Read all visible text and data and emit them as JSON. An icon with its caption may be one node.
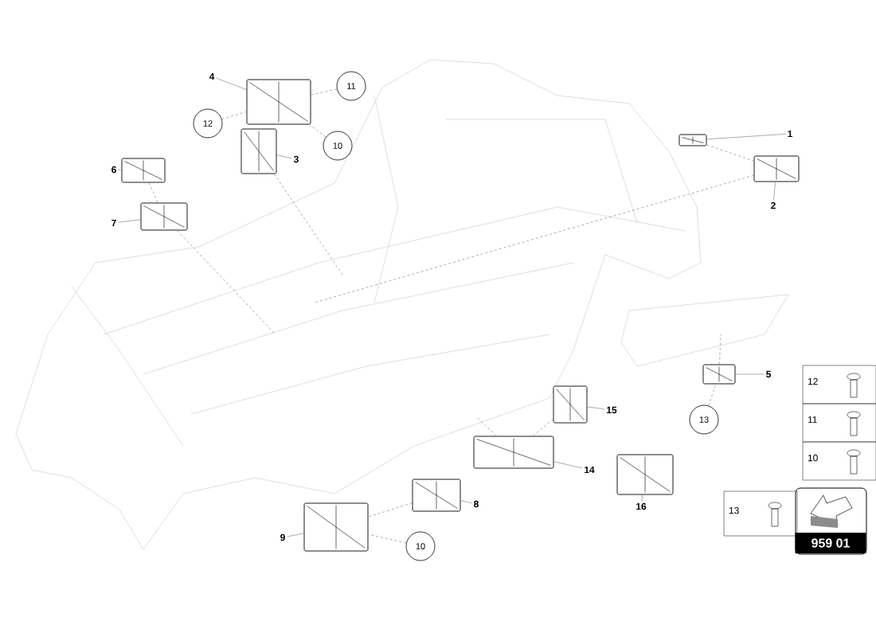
{
  "diagram": {
    "nodes": [
      {
        "text": [
          "1"
        ]
      },
      {
        "text": [],
        "shape": "picture"
      },
      {
        "text": [
          "2"
        ]
      },
      {
        "text": [],
        "shape": "picture"
      },
      {
        "text": [
          "3"
        ]
      },
      {
        "text": [],
        "shape": "picture"
      },
      {
        "text": [
          "4"
        ]
      },
      {
        "text": [],
        "shape": "picture"
      },
      {
        "text": [
          "11"
        ]
      },
      {
        "text": [
          "12"
        ]
      },
      {
        "text": [
          "10"
        ]
      },
      {
        "text": [
          "6"
        ]
      },
      {
        "text": [],
        "shape": "picture"
      },
      {
        "text": [
          "7"
        ]
      },
      {
        "text": [],
        "shape": "picture"
      },
      {
        "text": [
          "5"
        ]
      },
      {
        "text": [],
        "shape": "picture"
      },
      {
        "text": [
          "13"
        ]
      },
      {
        "text": [
          "15"
        ]
      },
      {
        "text": [],
        "shape": "picture"
      },
      {
        "text": [
          "14"
        ]
      },
      {
        "text": [],
        "shape": "picture"
      },
      {
        "text": [
          "16"
        ]
      },
      {
        "text": [],
        "shape": "picture"
      },
      {
        "text": [
          "8"
        ]
      },
      {
        "text": [],
        "shape": "picture"
      },
      {
        "text": [
          "9"
        ]
      },
      {
        "text": [],
        "shape": "picture"
      },
      {
        "text": [
          "10"
        ]
      },
      {
        "text": [
          "12"
        ]
      },
      {
        "text": [
          "11"
        ]
      },
      {
        "text": [
          "10"
        ]
      },
      {
        "text": [
          "13"
        ]
      },
      {
        "text": [
          "959 01"
        ]
      }
    ],
    "edges": [
      {
        "from": 0,
        "to": 1,
        "arrow": "none"
      },
      {
        "from": 2,
        "to": 3,
        "arrow": "none"
      },
      {
        "from": 4,
        "to": 5,
        "arrow": "none"
      },
      {
        "from": 6,
        "to": 7,
        "arrow": "none"
      },
      {
        "from": 11,
        "to": 12,
        "arrow": "none"
      },
      {
        "from": 13,
        "to": 14,
        "arrow": "none"
      },
      {
        "from": 15,
        "to": 16,
        "arrow": "none"
      },
      {
        "from": 18,
        "to": 19,
        "arrow": "none"
      },
      {
        "from": 20,
        "to": 21,
        "arrow": "none"
      },
      {
        "from": 22,
        "to": 23,
        "arrow": "none"
      },
      {
        "from": 24,
        "to": 25,
        "arrow": "none"
      },
      {
        "from": 26,
        "to": 27,
        "arrow": "none"
      },
      {
        "from": 8,
        "to": 7,
        "arrow": "none",
        "style": "dashed"
      },
      {
        "from": 9,
        "to": 7,
        "arrow": "none",
        "style": "dashed"
      },
      {
        "from": 10,
        "to": 7,
        "arrow": "none",
        "style": "dashed"
      },
      {
        "from": 1,
        "to": 3,
        "arrow": "none",
        "style": "dashed"
      },
      {
        "from": 12,
        "to": 14,
        "arrow": "none",
        "style": "dashed"
      },
      {
        "from": 17,
        "to": 16,
        "arrow": "none",
        "style": "dashed"
      },
      {
        "from": 28,
        "to": 27,
        "arrow": "none",
        "style": "dashed"
      },
      {
        "from": 19,
        "to": 21,
        "arrow": "none",
        "style": "dashed"
      },
      {
        "from": 25,
        "to": 27,
        "arrow": "none",
        "style": "dashed"
      },
      {
        "from": 3,
        "to": null,
        "arrow": "none",
        "style": "dashed"
      },
      {
        "from": 14,
        "to": null,
        "arrow": "none",
        "style": "dashed"
      },
      {
        "from": 21,
        "to": null,
        "arrow": "none",
        "style": "dashed"
      },
      {
        "from": 16,
        "to": null,
        "arrow": "none",
        "style": "dashed"
      },
      {
        "from": 5,
        "to": null,
        "arrow": "none",
        "style": "dashed"
      }
    ]
  }
}
